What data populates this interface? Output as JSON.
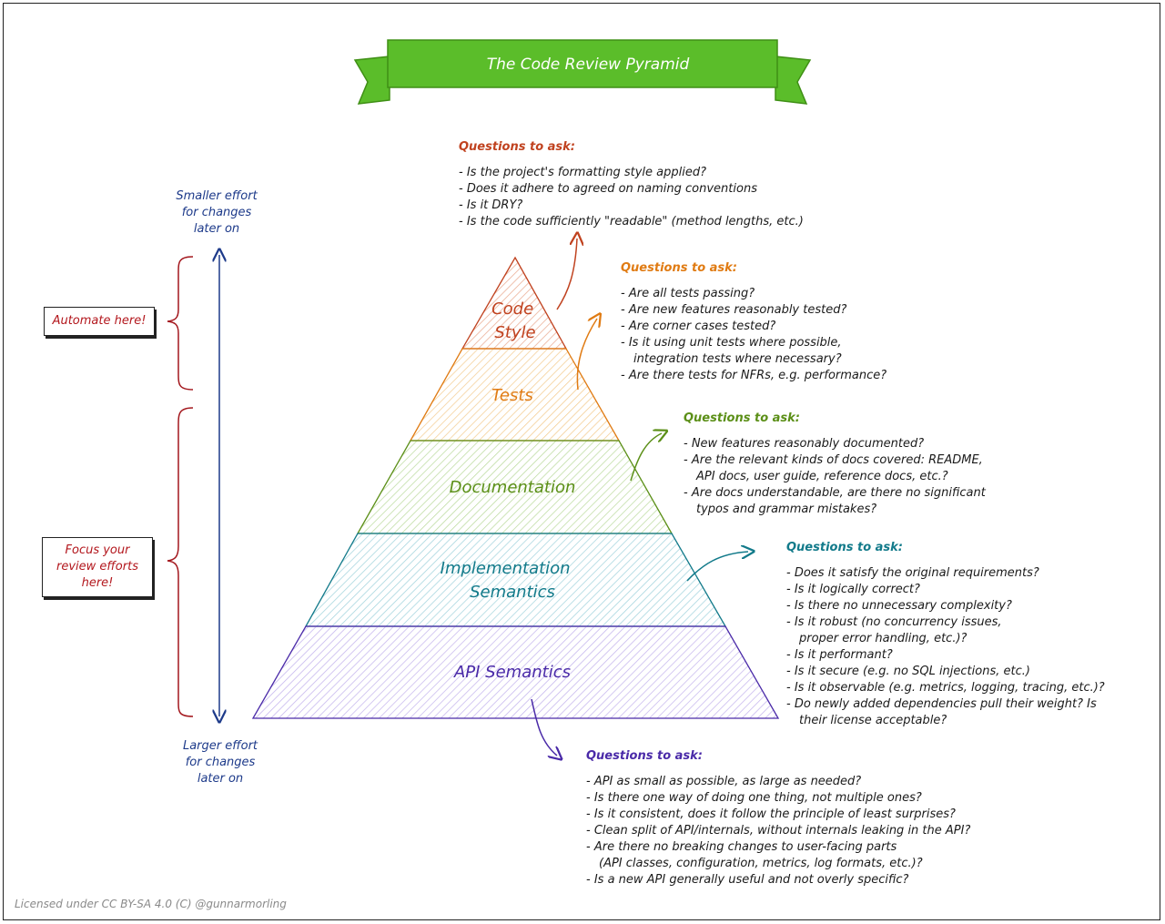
{
  "title": "The Code Review Pyramid",
  "layers": [
    {
      "label": "Code\nStyle",
      "color": "#c0421f"
    },
    {
      "label": "Tests",
      "color": "#e07b13"
    },
    {
      "label": "Documentation",
      "color": "#5b8f17"
    },
    {
      "label": "Implementation\nSemantics",
      "color": "#127a8a"
    },
    {
      "label": "API Semantics",
      "color": "#4a2aa8"
    }
  ],
  "questions": [
    {
      "title": "Questions to ask:",
      "color": "#c0421f",
      "items": [
        "Is the project's formatting style applied?",
        "Does it adhere to agreed on naming conventions",
        "Is it DRY?",
        "Is the code sufficiently \"readable\" (method lengths, etc.)"
      ]
    },
    {
      "title": "Questions to ask:",
      "color": "#e07b13",
      "items": [
        "Are all tests passing?",
        "Are new features reasonably tested?",
        "Are corner cases tested?",
        "Is it using unit tests where possible,\nintegration tests where necessary?",
        "Are there tests for NFRs, e.g. performance?"
      ]
    },
    {
      "title": "Questions to ask:",
      "color": "#5b8f17",
      "items": [
        "New features reasonably documented?",
        "Are the relevant kinds of docs covered: README,\nAPI docs, user guide, reference docs, etc.?",
        "Are docs understandable, are there no significant\ntypos and grammar mistakes?"
      ]
    },
    {
      "title": "Questions to ask:",
      "color": "#127a8a",
      "items": [
        "Does it satisfy the original requirements?",
        "Is it logically correct?",
        "Is there no unnecessary complexity?",
        "Is it robust (no concurrency issues,\nproper error handling, etc.)?",
        "Is it performant?",
        "Is it secure (e.g. no SQL injections, etc.)",
        "Is it observable (e.g. metrics, logging, tracing, etc.)?",
        "Do newly added dependencies pull their weight? Is\ntheir license acceptable?"
      ]
    },
    {
      "title": "Questions to ask:",
      "color": "#4a2aa8",
      "items": [
        "API as small as possible, as large as needed?",
        "Is there one way of doing one thing, not multiple ones?",
        "Is it consistent, does it follow the principle of least surprises?",
        "Clean split of API/internals, without internals leaking in the API?",
        "Are there no breaking changes to user-facing parts\n(API classes, configuration, metrics, log formats, etc.)?",
        "Is a new API generally useful and not overly specific?"
      ]
    }
  ],
  "side_labels": {
    "top": "Smaller effort\nfor changes\nlater on",
    "bottom": "Larger effort\nfor changes\nlater on"
  },
  "notes": {
    "automate": "Automate here!",
    "focus": "Focus your\nreview efforts\nhere!"
  },
  "license": "Licensed under CC BY-SA 4.0 (C) @gunnarmorling",
  "colors": {
    "banner_green": "#5bbd2a",
    "banner_border": "#3f8f15",
    "axis_blue": "#1d3a8a",
    "brace_red": "#a3171d"
  }
}
